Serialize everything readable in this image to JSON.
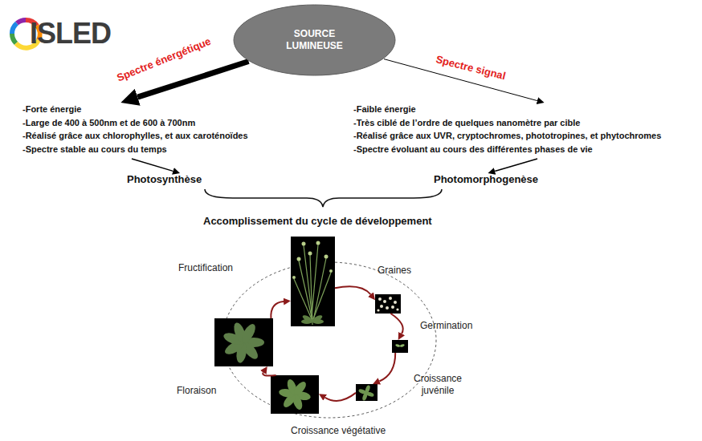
{
  "diagram": {
    "nodes": [
      {
        "text": [
          "SOURCE LUMINEUSE"
        ]
      },
      {
        "text": [
          "-Forte énergie",
          "-Large de 400 à 500nm et de 600 à 700nm",
          "-Réalisé grâce aux chlorophylles, et aux caroténoïdes",
          "-Spectre stable au cours du temps"
        ]
      },
      {
        "text": [
          "-Faible énergie",
          "-Très ciblé de l’ordre de quelques nanomètre par cible",
          "-Réalisé grâce aux UVR, cryptochromes, phototropines, et phytochromes",
          "-Spectre évoluant au cours des différentes phases de vie"
        ]
      },
      {
        "text": [
          "Photosynthèse"
        ]
      },
      {
        "text": [
          "Photomorphogenèse"
        ]
      },
      {
        "text": [
          "Fructification"
        ]
      },
      {
        "text": [
          "Graines"
        ]
      },
      {
        "text": [
          "Germination"
        ]
      },
      {
        "text": [
          "Croissance juvénile"
        ]
      },
      {
        "text": [
          "Croissance végétative"
        ]
      },
      {
        "text": [
          "Floraison"
        ]
      }
    ],
    "edges": [
      {
        "from": 0,
        "to": 1,
        "label": "Spectre énergétique",
        "arrow": "to"
      },
      {
        "from": 0,
        "to": 2,
        "label": "Spectre signal",
        "arrow": "to"
      },
      {
        "from": 1,
        "to": 3,
        "arrow": "to"
      },
      {
        "from": 2,
        "to": 4,
        "arrow": "to"
      },
      {
        "from": 5,
        "to": 6,
        "arrow": "to"
      },
      {
        "from": 6,
        "to": 7,
        "arrow": "to"
      },
      {
        "from": 7,
        "to": 8,
        "arrow": "to"
      },
      {
        "from": 8,
        "to": 9,
        "arrow": "to"
      },
      {
        "from": 9,
        "to": 10,
        "arrow": "to"
      },
      {
        "from": 10,
        "to": 5,
        "arrow": "to"
      }
    ],
    "labels": [
      "ISLED",
      "Accomplissement du cycle de développement"
    ]
  }
}
